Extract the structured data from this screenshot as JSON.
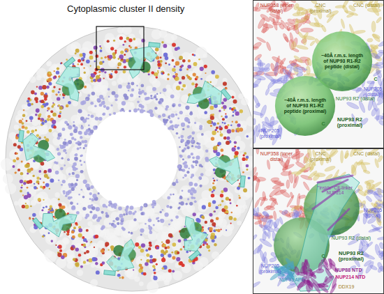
{
  "diagram": {
    "title": "Cytoplasmic cluster II density",
    "nodes": [
      {
        "text": [
          "~40Å r.m.s. length of NUP93 R1-R2 peptide (distal)"
        ]
      },
      {
        "text": [
          "~40Å r.m.s. length of NUP93 R1-R2 peptide (proximal)"
        ]
      }
    ],
    "labels": [
      "NUP358 (inner distal)",
      "CNC (proximal)",
      "CNC (distal)",
      "C",
      "NUP205 (distal)",
      "NUP93 R2 (distal)",
      "C",
      "NUP93 R2 (proximal)",
      "NUP205 (proximal)",
      "NUP358 (inner distal)",
      "CNC (proximal)",
      "CNC (distal)",
      "\"inside\" CF-linker NUP214",
      "NUP205 (distal)",
      "NUP93 R2 (distal)",
      "C",
      "NUP93 R2 (proximal)",
      "NUP205 (proximal)",
      "NUP98 APD",
      "NUP88 NTD",
      "NUP214 NTD",
      "DDX19"
    ]
  }
}
